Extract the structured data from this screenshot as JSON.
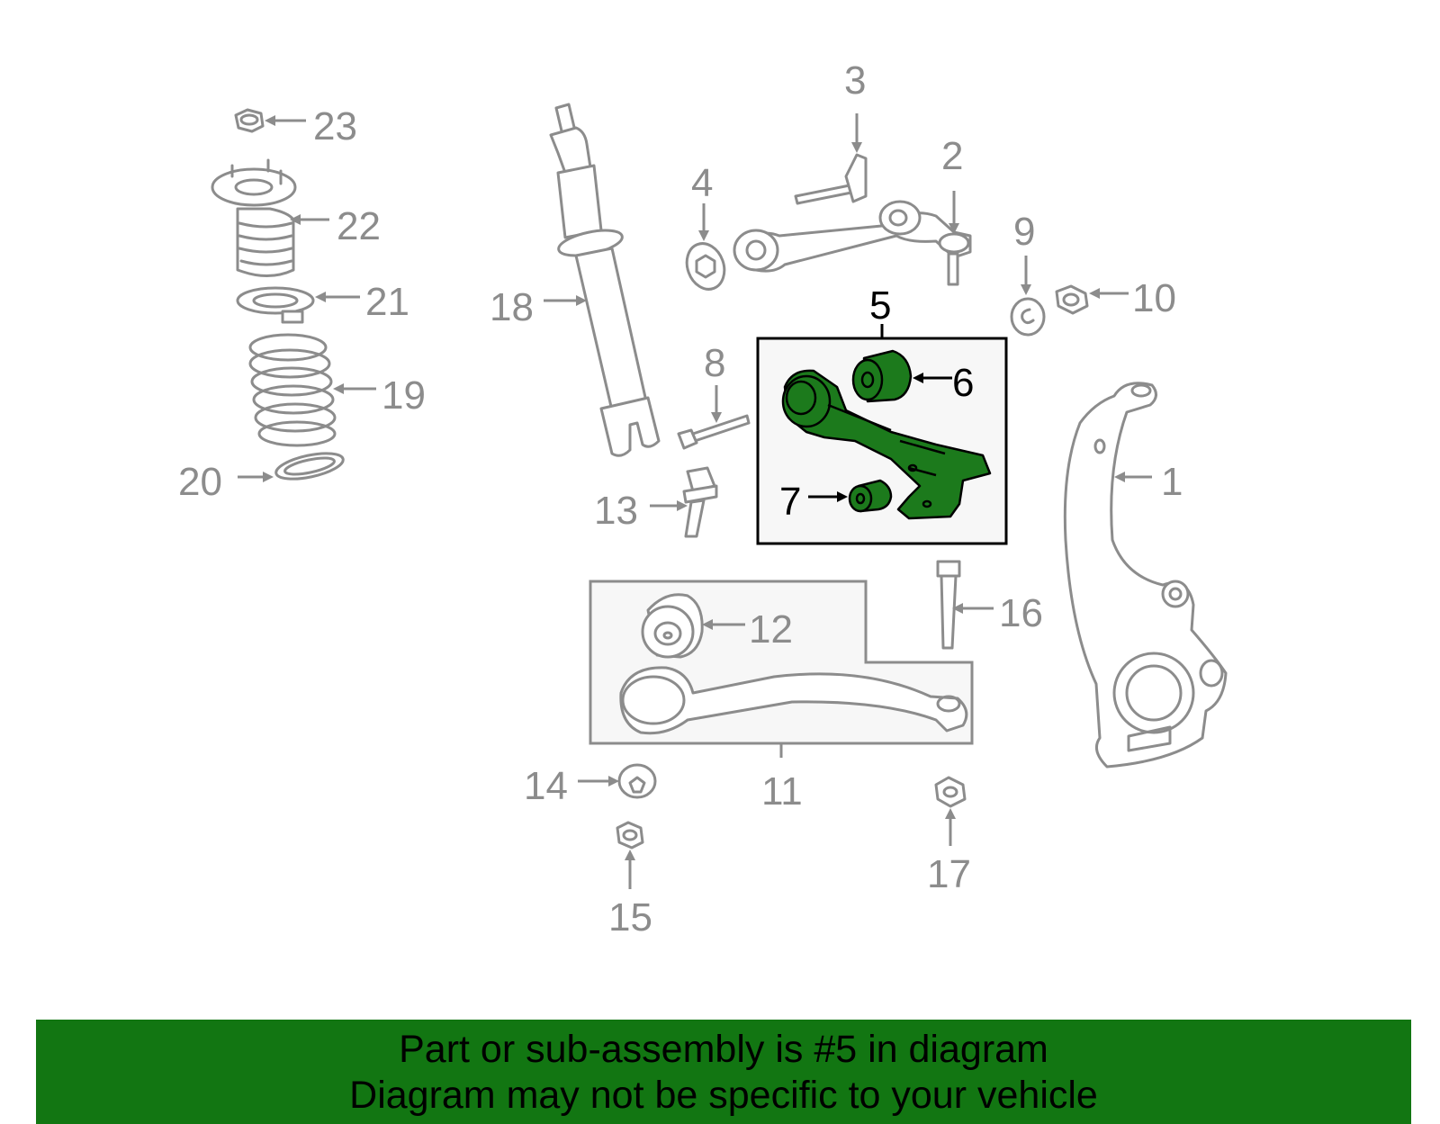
{
  "diagram": {
    "callouts": {
      "c1": "1",
      "c2": "2",
      "c3": "3",
      "c4": "4",
      "c5": "5",
      "c6": "6",
      "c7": "7",
      "c8": "8",
      "c9": "9",
      "c10": "10",
      "c11": "11",
      "c12": "12",
      "c13": "13",
      "c14": "14",
      "c15": "15",
      "c16": "16",
      "c17": "17",
      "c18": "18",
      "c19": "19",
      "c20": "20",
      "c21": "21",
      "c22": "22",
      "c23": "23"
    },
    "highlight_color": "#1c7a1c",
    "part_line_color": "#8c8c8c"
  },
  "banner": {
    "line1": "Part or sub-assembly is #5 in diagram",
    "line2": "Diagram may not be specific to your vehicle",
    "color": "#127612"
  }
}
